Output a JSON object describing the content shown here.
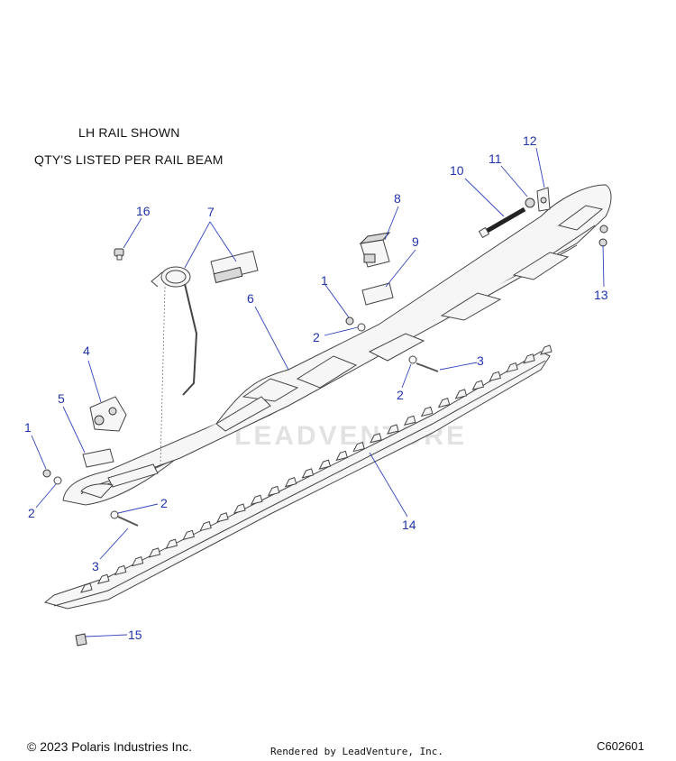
{
  "notes": {
    "line1": "LH RAIL SHOWN",
    "line2": "QTY'S LISTED PER RAIL BEAM"
  },
  "callouts": [
    {
      "id": "c16",
      "label": "16"
    },
    {
      "id": "c7",
      "label": "7"
    },
    {
      "id": "c8",
      "label": "8"
    },
    {
      "id": "c9",
      "label": "9"
    },
    {
      "id": "c10",
      "label": "10"
    },
    {
      "id": "c11",
      "label": "11"
    },
    {
      "id": "c12",
      "label": "12"
    },
    {
      "id": "c13",
      "label": "13"
    },
    {
      "id": "c1a",
      "label": "1"
    },
    {
      "id": "c2a",
      "label": "2"
    },
    {
      "id": "c6",
      "label": "6"
    },
    {
      "id": "c3a",
      "label": "3"
    },
    {
      "id": "c2b",
      "label": "2"
    },
    {
      "id": "c4",
      "label": "4"
    },
    {
      "id": "c5",
      "label": "5"
    },
    {
      "id": "c1b",
      "label": "1"
    },
    {
      "id": "c2c",
      "label": "2"
    },
    {
      "id": "c2d",
      "label": "2"
    },
    {
      "id": "c3b",
      "label": "3"
    },
    {
      "id": "c14",
      "label": "14"
    },
    {
      "id": "c15",
      "label": "15"
    }
  ],
  "watermark": "LEADVENTURE",
  "footer": {
    "copyright": "© 2023 Polaris Industries Inc.",
    "rendered_by": "Rendered by LeadVenture, Inc.",
    "diagram_code": "C602601"
  },
  "colors": {
    "callout": "#2233aa",
    "leader": "#3344bb",
    "linework": "#444444"
  }
}
